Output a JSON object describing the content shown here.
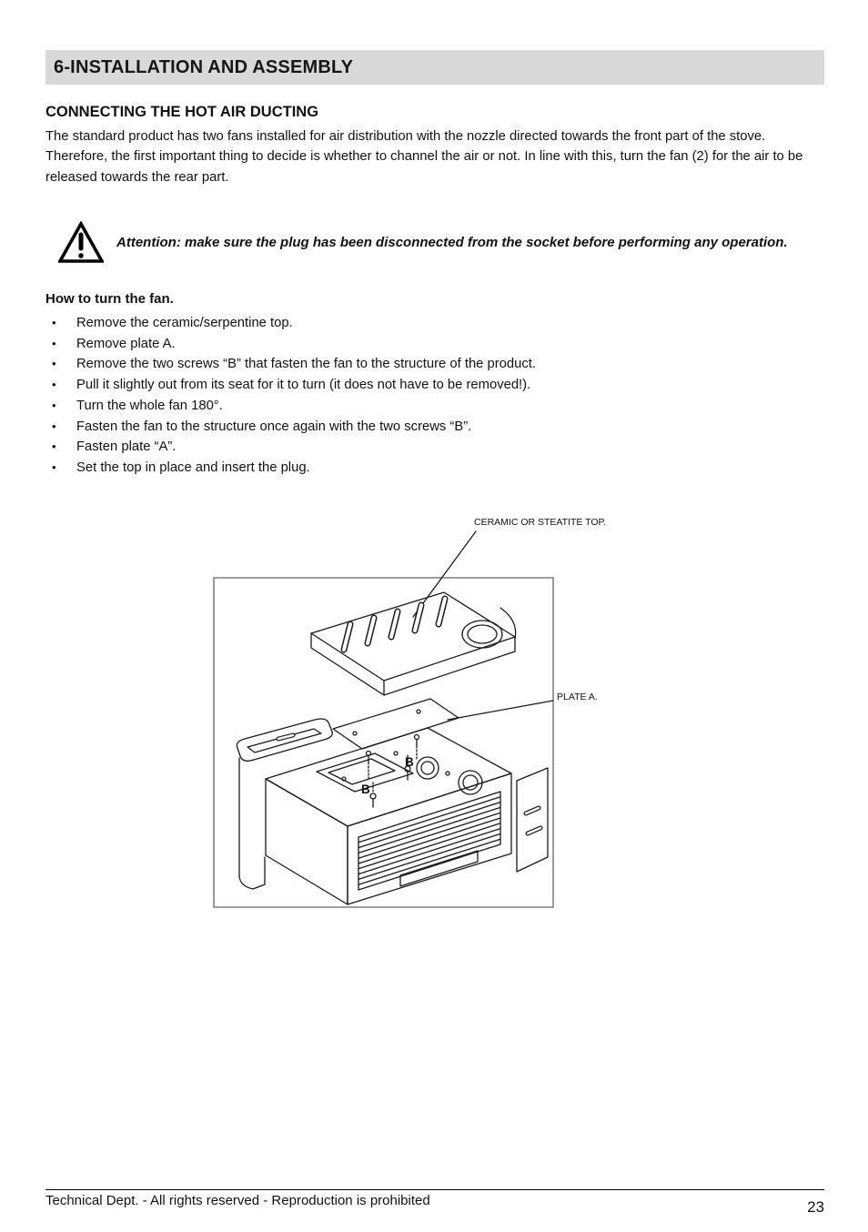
{
  "page": {
    "header": "6-INSTALLATION AND ASSEMBLY",
    "section_title": "CONNECTING THE HOT AIR DUCTING",
    "intro_1": "The standard product has two fans installed for air distribution with the nozzle directed towards the front part of the stove.",
    "intro_2": "Therefore, the first important thing to decide is whether to channel the air or not. In line with this, turn the fan (2) for the air to be released towards the rear part.",
    "warning": "Attention: make sure the plug has been disconnected from the socket before performing any operation.",
    "howto_title": "How to turn the fan.",
    "steps": [
      "Remove the ceramic/serpentine top.",
      "Remove plate A.",
      "Remove the two screws “B” that fasten the fan to the structure of the product.",
      "Pull it slightly out from its seat for it to turn (it does not have to be removed!).",
      "Turn the whole fan 180°.",
      "Fasten the fan to the structure once again with the two screws “B”.",
      "Fasten plate “A”.",
      "Set the top in place and insert the plug."
    ],
    "figure": {
      "label_top": "CERAMIC OR STEATITE TOP.",
      "label_plate": "PLATE A.",
      "label_b1": "B",
      "label_b2": "B"
    },
    "footer": {
      "left": "Technical Dept. - All rights reserved - Reproduction is prohibited",
      "page_number": "23"
    }
  }
}
